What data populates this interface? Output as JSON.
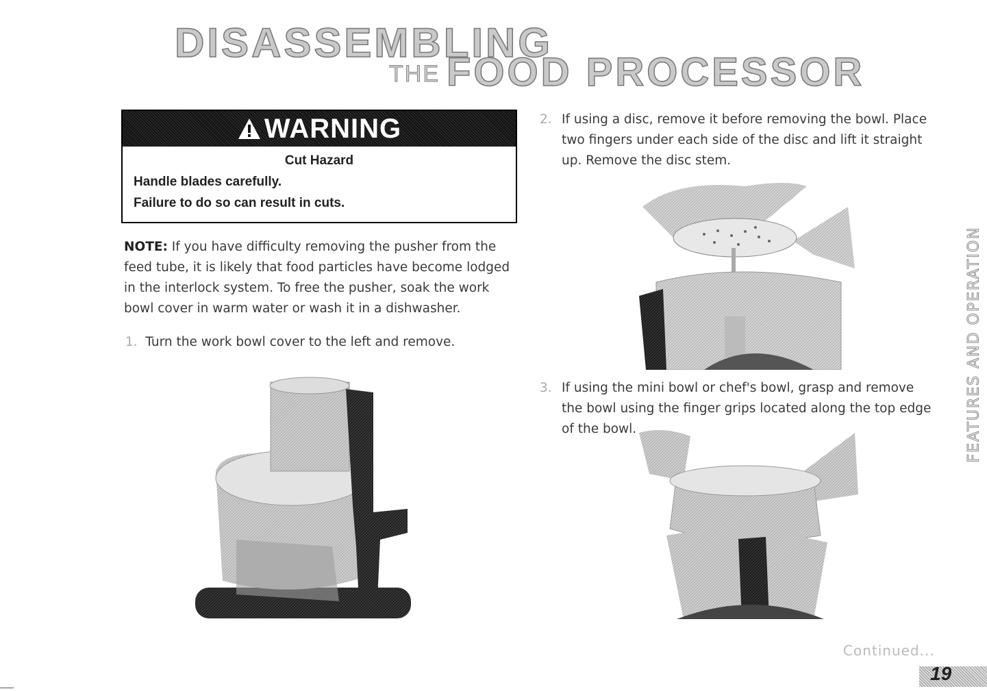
{
  "header": {
    "title_line1": "DISASSEMBLING",
    "title_the": "THE",
    "title_line2": "FOOD PROCESSOR"
  },
  "warning": {
    "heading": "WARNING",
    "subheading": "Cut Hazard",
    "line1": "Handle blades carefully.",
    "line2": "Failure to do so can result in cuts.",
    "icon": "warning-triangle-icon"
  },
  "note": {
    "label": "NOTE:",
    "text": " If you have difficulty removing the pusher from the feed tube, it is likely that food particles have become lodged in the interlock system. To free the pusher, soak the work bowl cover in warm water or wash it in a dishwasher."
  },
  "steps": [
    {
      "num": "1.",
      "text": "Turn the work bowl cover to the left and remove."
    },
    {
      "num": "2.",
      "text": "If using a disc, remove it before removing the bowl. Place two fingers under each side of the disc and lift it straight up. Remove the disc stem."
    },
    {
      "num": "3.",
      "text": "If using the mini bowl or chef's bowl, grasp and remove the bowl using the finger grips located along the top edge of the bowl."
    }
  ],
  "sidebar": {
    "section": "FEATURES AND OPERATION"
  },
  "footer": {
    "continued": "Continued...",
    "page_number": "19"
  }
}
